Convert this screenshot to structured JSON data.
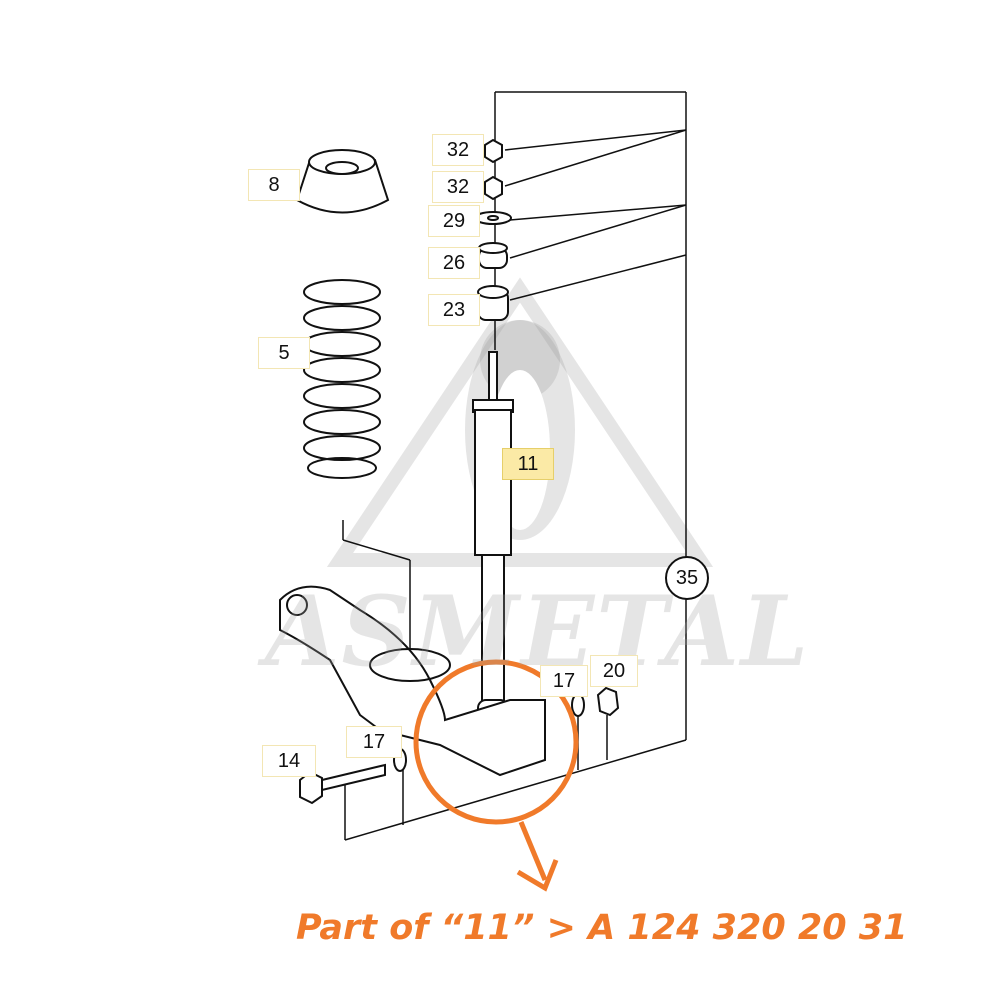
{
  "labels": {
    "l32a": "32",
    "l32b": "32",
    "l29": "29",
    "l26": "26",
    "l23": "23",
    "l8": "8",
    "l5": "5",
    "l11": "11",
    "l35": "35",
    "l17a": "17",
    "l20": "20",
    "l17b": "17",
    "l14": "14"
  },
  "watermark": "ASMETAL",
  "caption": "Part of “11” > A 124 320 20 31",
  "colors": {
    "accent": "#f07a2a",
    "highlight": "#fbeaa6",
    "line": "#111111"
  }
}
